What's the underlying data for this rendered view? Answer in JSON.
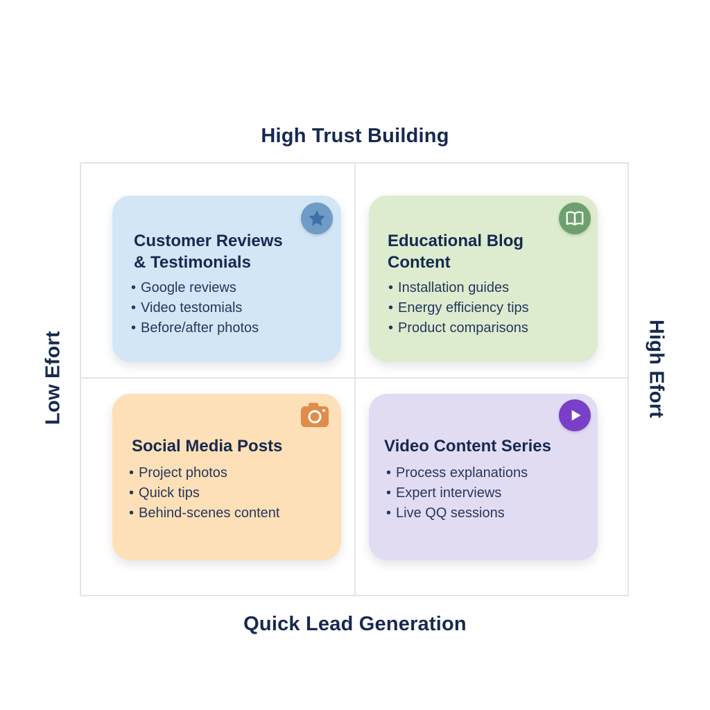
{
  "axes": {
    "top": "High Trust Building",
    "bottom": "Quick Lead Generation",
    "left": "Low Efort",
    "right": "High Efort"
  },
  "quadrants": [
    {
      "title_lines": [
        "Customer Reviews",
        "& Testimonials"
      ],
      "items": [
        "Google reviews",
        "Video testomials",
        "Before/after photos"
      ],
      "icon": "star-icon",
      "color": "#d3e6f5"
    },
    {
      "title_lines": [
        "Educational Blog",
        "Content"
      ],
      "items": [
        "Installation guides",
        "Energy efficiency tips",
        "Product comparisons"
      ],
      "icon": "book-icon",
      "color": "#ddeccf"
    },
    {
      "title_lines": [
        "Social Media Posts"
      ],
      "items": [
        "Project photos",
        "Quick tips",
        "Behind-scenes content"
      ],
      "icon": "camera-icon",
      "color": "#fde0b7"
    },
    {
      "title_lines": [
        "Video Content Series"
      ],
      "items": [
        "Process explanations",
        "Expert interviews",
        "Live QQ sessions"
      ],
      "icon": "play-icon",
      "color": "#e2dcf3"
    }
  ]
}
